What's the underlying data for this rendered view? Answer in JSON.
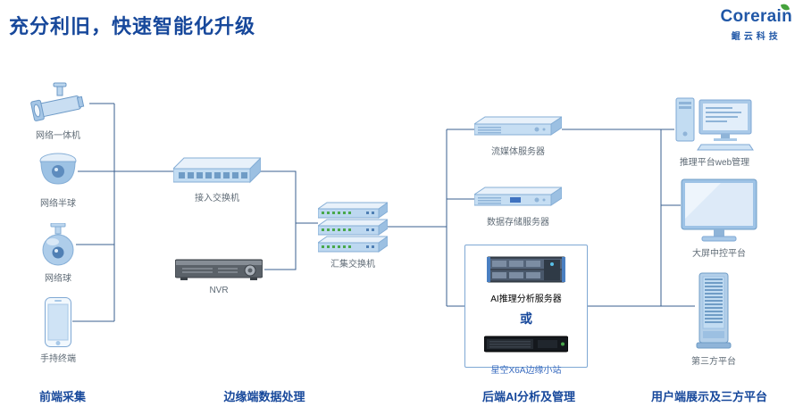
{
  "title": "充分利旧，快速智能化升级",
  "logo": {
    "brand": "Corerain",
    "company": "鲲云科技"
  },
  "devices": {
    "bullet": {
      "label": "网络一体机",
      "icon": "bullet-camera-icon"
    },
    "dome": {
      "label": "网络半球",
      "icon": "dome-camera-icon"
    },
    "ball": {
      "label": "网络球",
      "icon": "ball-camera-icon"
    },
    "handheld": {
      "label": "手持终端",
      "icon": "handheld-terminal-icon"
    },
    "accessSwitch": {
      "label": "接入交换机",
      "icon": "access-switch-icon"
    },
    "nvr": {
      "label": "NVR",
      "icon": "nvr-icon"
    },
    "aggSwitch": {
      "label": "汇集交换机",
      "icon": "aggregation-switch-icon"
    },
    "streamServer": {
      "label": "流媒体服务器",
      "icon": "rack-server-icon"
    },
    "storageServer": {
      "label": "数据存储服务器",
      "icon": "rack-server-icon"
    },
    "aiServer": {
      "label": "AI推理分析服务器",
      "icon": "ai-server-icon"
    },
    "orText": {
      "label": "或"
    },
    "edgeStation": {
      "label": "星空X6A边缘小站",
      "icon": "edge-station-icon"
    },
    "webMgmt": {
      "label": "推理平台web管理",
      "icon": "desktop-computer-icon"
    },
    "bigScreen": {
      "label": "大屏中控平台",
      "icon": "large-screen-icon"
    },
    "thirdParty": {
      "label": "第三方平台",
      "icon": "tower-server-icon"
    }
  },
  "categories": {
    "frontend": "前端采集",
    "edge": "边缘端数据处理",
    "backend": "后端AI分析及管理",
    "user": "用户端展示及三方平台"
  },
  "colors": {
    "title_blue": "#17489b",
    "label_gray": "#5f6b76",
    "line": "#3a5f8f",
    "device_blue": "#b9d4ec",
    "brand_green": "#45a23c"
  }
}
